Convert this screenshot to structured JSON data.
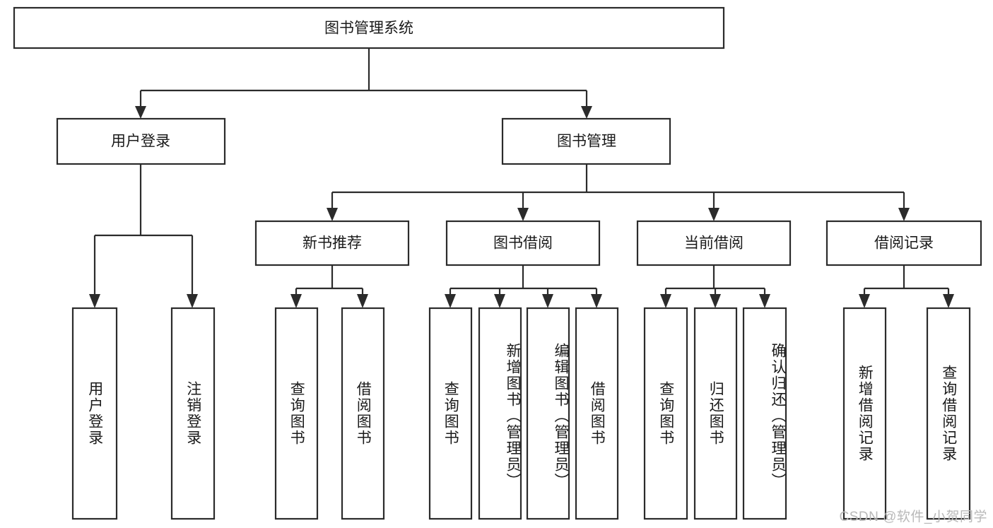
{
  "diagram": {
    "title": "图书管理系统",
    "orientation": "top-down-tree",
    "watermark": "CSDN @软件_小贺同学",
    "colors": {
      "background": "#ffffff",
      "node_fill": "#ffffff",
      "node_stroke": "#2b2b2b",
      "text": "#1a1a1a",
      "watermark": "#b9b9b9"
    },
    "nodes": {
      "root": {
        "label": "图书管理系统",
        "level": 0,
        "orientation": "horizontal"
      },
      "l1": [
        {
          "id": "user-login",
          "label": "用户登录",
          "level": 1,
          "orientation": "horizontal"
        },
        {
          "id": "book-manage",
          "label": "图书管理",
          "level": 1,
          "orientation": "horizontal"
        }
      ],
      "l2": [
        {
          "id": "new-book-rec",
          "label": "新书推荐",
          "level": 2,
          "orientation": "horizontal"
        },
        {
          "id": "book-borrow",
          "label": "图书借阅",
          "level": 2,
          "orientation": "horizontal"
        },
        {
          "id": "current-borrow",
          "label": "当前借阅",
          "level": 2,
          "orientation": "horizontal"
        },
        {
          "id": "borrow-record",
          "label": "借阅记录",
          "level": 2,
          "orientation": "horizontal"
        }
      ],
      "leaves": [
        {
          "id": "leaf-user-login",
          "label": "用户登录",
          "parent": "user-login",
          "orientation": "vertical"
        },
        {
          "id": "leaf-logout",
          "label": "注销登录",
          "parent": "user-login",
          "orientation": "vertical"
        },
        {
          "id": "leaf-query-book-1",
          "label": "查询图书",
          "parent": "new-book-rec",
          "orientation": "vertical"
        },
        {
          "id": "leaf-borrow-book-1",
          "label": "借阅图书",
          "parent": "new-book-rec",
          "orientation": "vertical"
        },
        {
          "id": "leaf-query-book-2",
          "label": "查询图书",
          "parent": "book-borrow",
          "orientation": "vertical"
        },
        {
          "id": "leaf-add-book",
          "label": "新增图书（管理员）",
          "parent": "book-borrow",
          "orientation": "vertical"
        },
        {
          "id": "leaf-edit-book",
          "label": "编辑图书（管理员）",
          "parent": "book-borrow",
          "orientation": "vertical"
        },
        {
          "id": "leaf-borrow-book-2",
          "label": "借阅图书",
          "parent": "book-borrow",
          "orientation": "vertical"
        },
        {
          "id": "leaf-query-book-3",
          "label": "查询图书",
          "parent": "current-borrow",
          "orientation": "vertical"
        },
        {
          "id": "leaf-return-book",
          "label": "归还图书",
          "parent": "current-borrow",
          "orientation": "vertical"
        },
        {
          "id": "leaf-confirm-return",
          "label": "确认归还（管理员）",
          "parent": "current-borrow",
          "orientation": "vertical"
        },
        {
          "id": "leaf-add-record",
          "label": "新增借阅记录",
          "parent": "borrow-record",
          "orientation": "vertical"
        },
        {
          "id": "leaf-query-record",
          "label": "查询借阅记录",
          "parent": "borrow-record",
          "orientation": "vertical"
        }
      ]
    }
  }
}
